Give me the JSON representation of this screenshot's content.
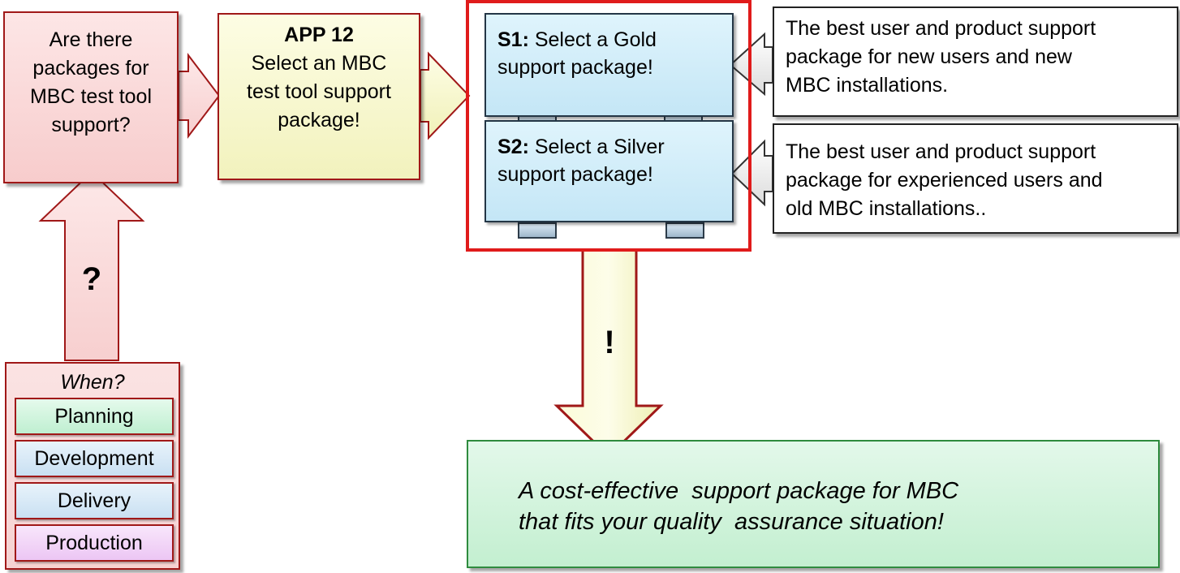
{
  "question_box": {
    "lines": [
      "Are there",
      "packages for",
      "MBC test tool",
      "support?"
    ]
  },
  "app_box": {
    "title": "APP 12",
    "lines": [
      "Select an MBC",
      "test tool support",
      "package!"
    ]
  },
  "options": [
    {
      "code": "S1:",
      "lines": [
        " Select a Gold",
        "support package!"
      ]
    },
    {
      "code": "S2:",
      "lines": [
        " Select a Silver",
        "support package!"
      ]
    }
  ],
  "descriptions": [
    {
      "lines": [
        "The best user and product support",
        "package for new users and new",
        "MBC installations."
      ]
    },
    {
      "lines": [
        "The best user and product support",
        "package for experienced users and",
        "old MBC installations.."
      ]
    }
  ],
  "up_arrow_mark": "?",
  "down_arrow_mark": "!",
  "when_panel": {
    "title": "When?",
    "phases": [
      "Planning",
      "Development",
      "Delivery",
      "Production"
    ]
  },
  "result_box": {
    "lines": [
      "A cost-effective  support package for MBC",
      "that fits your quality  assurance situation!"
    ]
  },
  "colors": {
    "dark_red_border": "#a01818",
    "bright_red_frame": "#e01b1b",
    "pink_fill": "#f7cccc",
    "yellow_fill": "#f2f2bd",
    "blue_fill": "#c4e6f6",
    "green_fill": "#c3efd0",
    "green_border": "#2e8b3e"
  }
}
